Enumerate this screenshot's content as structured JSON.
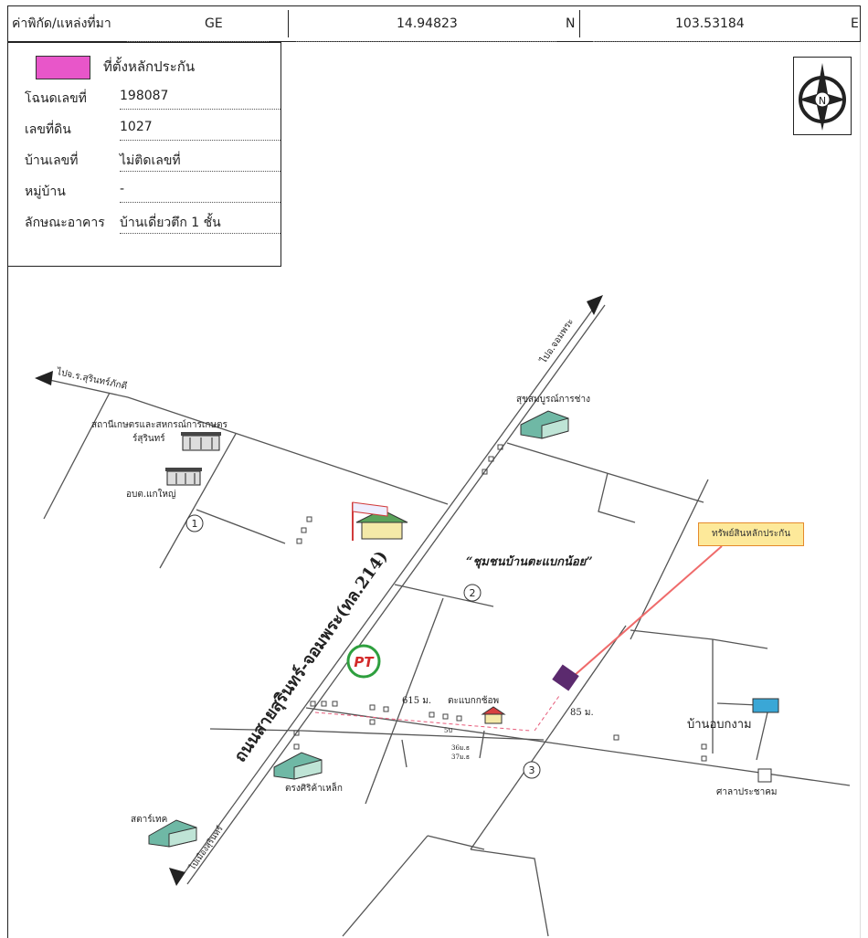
{
  "header": {
    "coord_label": "ค่าพิกัด/แหล่งที่มา",
    "coord_source": "GE",
    "latitude": "14.94823",
    "lat_suffix": "N",
    "longitude": "103.53184",
    "lon_suffix": "E"
  },
  "legend": {
    "collateral_color": "#e856c9",
    "collateral_label": "ที่ตั้งหลักประกัน"
  },
  "info": [
    {
      "label": "โฉนดเลขที่",
      "value": "198087"
    },
    {
      "label": "เลขที่ดิน",
      "value": "1027"
    },
    {
      "label": "บ้านเลขที่",
      "value": "ไม่ติดเลขที่"
    },
    {
      "label": "หมู่บ้าน",
      "value": "-"
    },
    {
      "label": "ลักษณะอาคาร",
      "value": "บ้านเดี่ยวตึก 1 ชั้น"
    }
  ],
  "compass": {
    "letter": "N"
  },
  "map": {
    "road_main": "ถนนสายสุรินทร์-จอมพระ(ทล.214)",
    "to_top": "ไปอ.จอมพระ",
    "to_left": "ไปจ.ร.สุรินทร์ภักดี",
    "to_bottom": "ไปเมืองสุรินทร์",
    "community": "“ชุมชนบ้านตะแบกน้อย”",
    "village_east": "บ้านอบกงาม",
    "hall": "ศาลาประชาคม",
    "station": "สถานีเกษตรและสหกรณ์การเกษตร",
    "station2": "ร์สุรินทร์",
    "school": "อบต.แกใหญ่",
    "shop1": "สุขสมบูรณ์การช่าง",
    "shop2": "ตรงศิริค้าเหล็ก",
    "shop3": "สตาร์เทค",
    "market": "ตะแบกกช้อพ",
    "dist1": "615 ม.",
    "dist2": "85 ม.",
    "small1": "5ป",
    "small2": "36ม.ธ",
    "small3": "37ม.ธ",
    "point1": "1",
    "point2": "2",
    "point3": "3",
    "pin_label": "ทรัพย์สินหลักประกัน",
    "pt_logo": "PT"
  },
  "colors": {
    "collateral": "#e856c9",
    "pin": "#5b2a6e",
    "building_blue": "#3aa7d6",
    "callout": "#fde99a"
  }
}
